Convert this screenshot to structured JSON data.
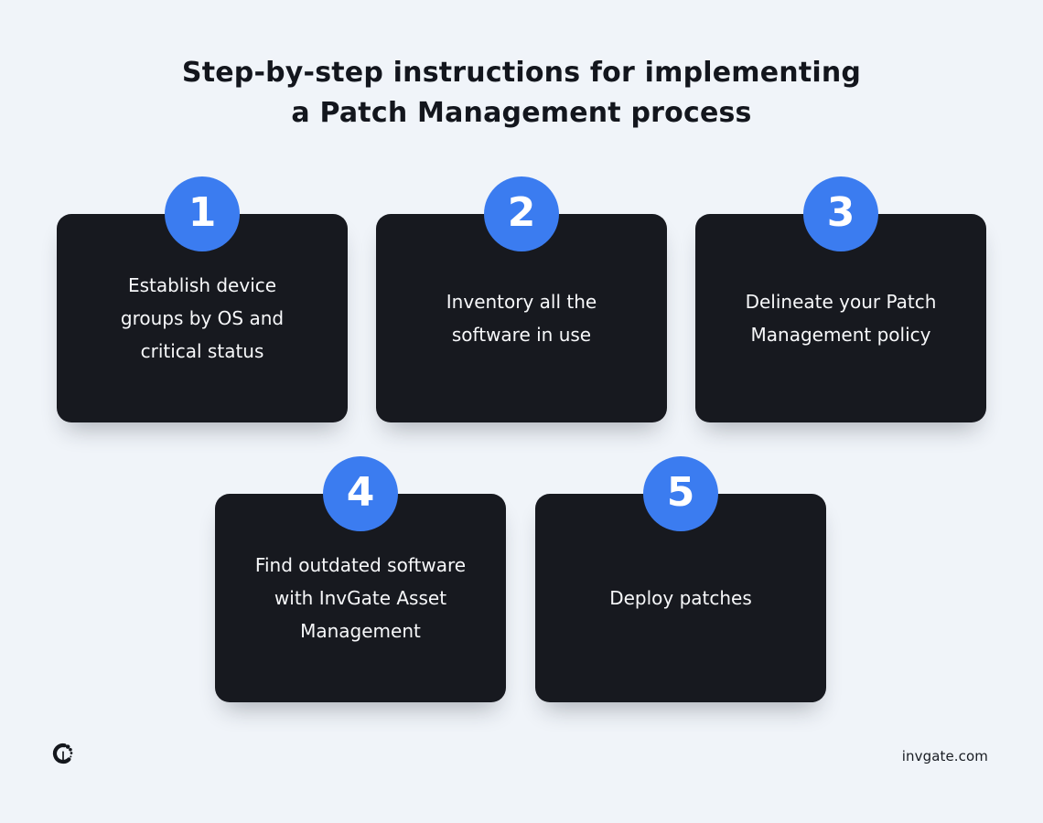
{
  "title": {
    "line1": "Step-by-step instructions for implementing",
    "line2": "a Patch Management process"
  },
  "steps": [
    {
      "number": "1",
      "label": "Establish device\ngroups by OS and\ncritical status"
    },
    {
      "number": "2",
      "label": "Inventory all the\nsoftware in use"
    },
    {
      "number": "3",
      "label": "Delineate your Patch\nManagement policy"
    },
    {
      "number": "4",
      "label": "Find outdated software\nwith InvGate Asset\nManagement"
    },
    {
      "number": "5",
      "label": "Deploy patches"
    }
  ],
  "footer": {
    "site": "invgate.com",
    "logo_icon": "invgate-logo"
  },
  "colors": {
    "background": "#f0f4f9",
    "card": "#17191f",
    "badge_blue": "#3b7cf0",
    "title_text": "#13161d",
    "card_text": "#f7f8fa",
    "footer_text": "#181c23"
  }
}
